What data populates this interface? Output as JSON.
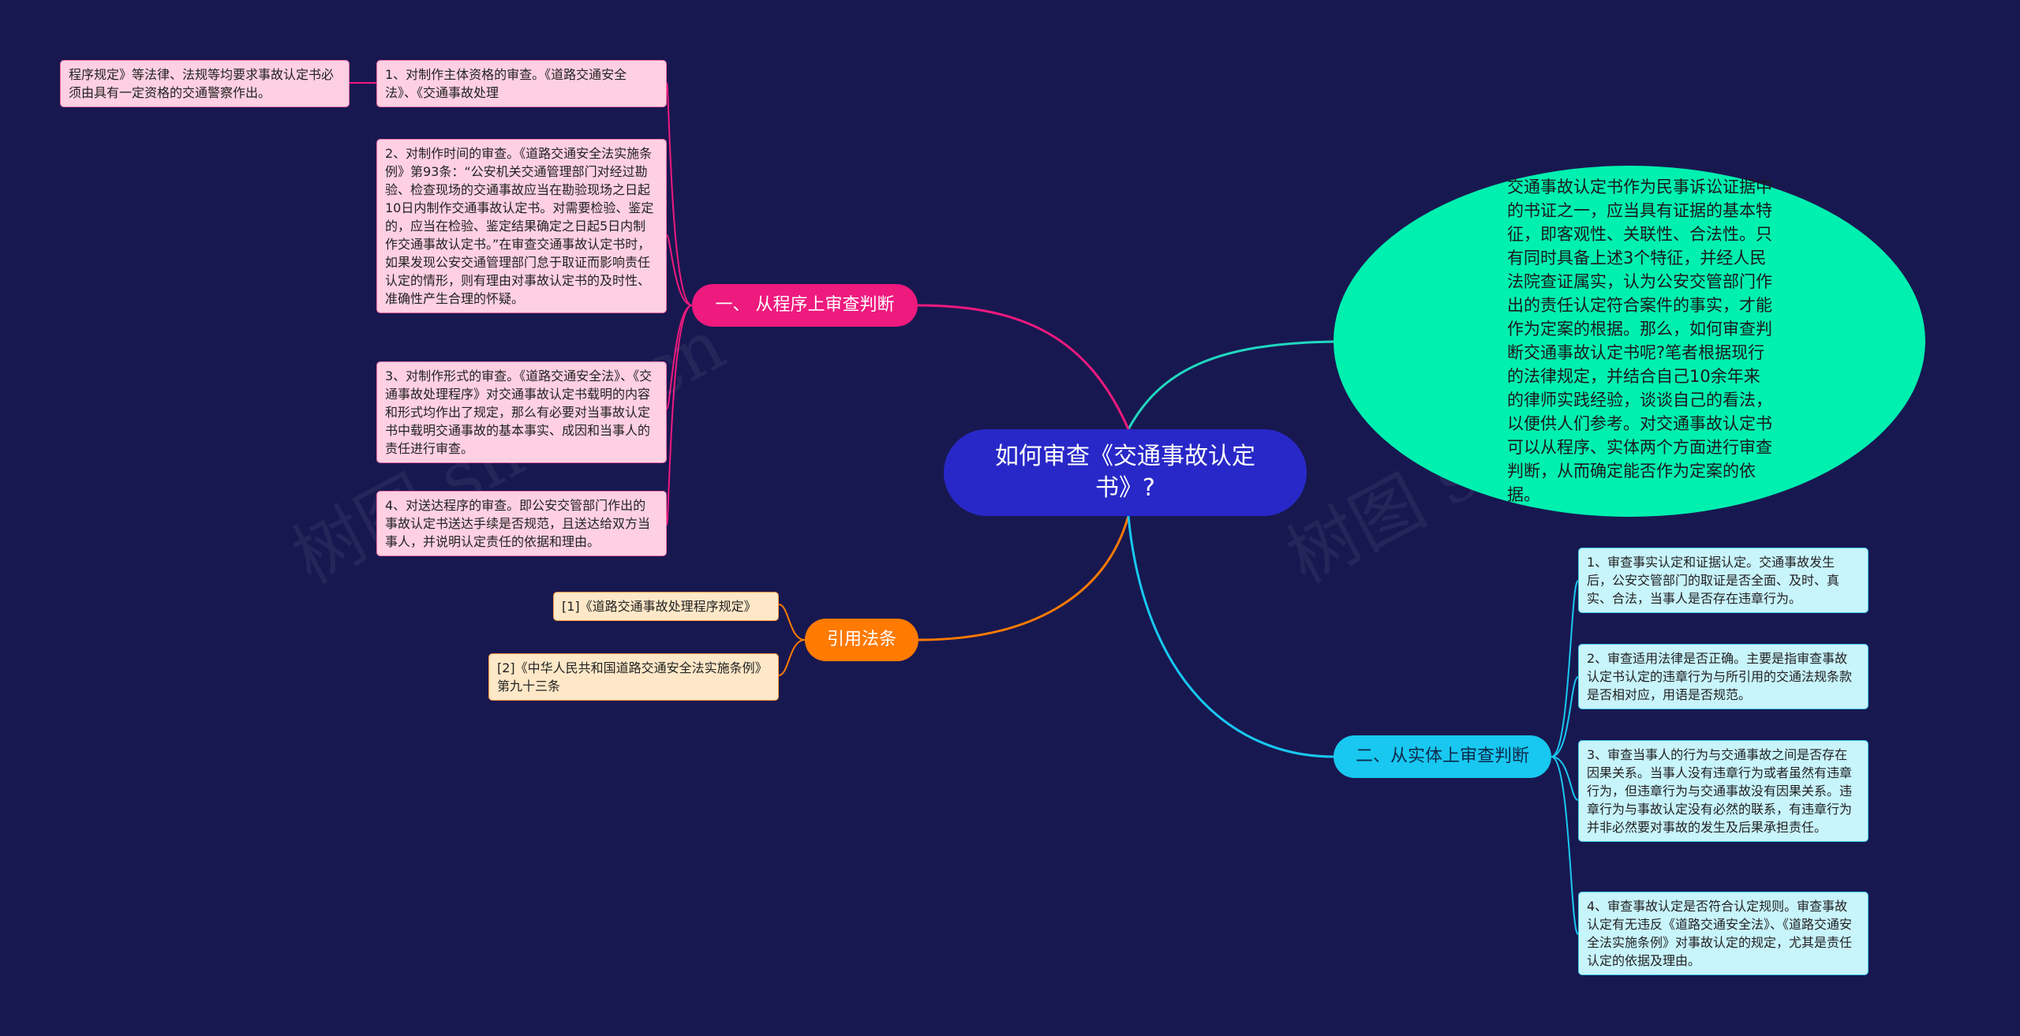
{
  "center": {
    "title": "如何审查《交通事故认定书》?"
  },
  "intro": {
    "text": "交通事故认定书作为民事诉讼证据中的书证之一，应当具有证据的基本特征，即客观性、关联性、合法性。只有同时具备上述3个特征，并经人民法院查证属实，认为公安交管部门作出的责任认定符合案件的事实，才能作为定案的根据。那么，如何审查判断交通事故认定书呢?笔者根据现行的法律规定，并结合自己10余年来的律师实践经验，谈谈自己的看法，以便供人们参考。对交通事故认定书可以从程序、实体两个方面进行审查判断，从而确定能否作为定案的依据。"
  },
  "branch_procedure": {
    "label": "一、 从程序上审查判断",
    "items": [
      "1、对制作主体资格的审查。《道路交通安全法》、《交通事故处理",
      "2、对制作时间的审查。《道路交通安全法实施条例》第93条：“公安机关交通管理部门对经过勘验、检查现场的交通事故应当在勘验现场之日起10日内制作交通事故认定书。对需要检验、鉴定的，应当在检验、鉴定结果确定之日起5日内制作交通事故认定书。”在审查交通事故认定书时，如果发现公安交通管理部门怠于取证而影响责任认定的情形，则有理由对事故认定书的及时性、准确性产生合理的怀疑。",
      "3、对制作形式的审查。《道路交通安全法》、《交通事故处理程序》对交通事故认定书载明的内容和形式均作出了规定，那么有必要对当事故认定书中载明交通事故的基本事实、成因和当事人的责任进行审查。",
      "4、对送达程序的审查。即公安交管部门作出的事故认定书送达手续是否规范，且送达给双方当事人，并说明认定责任的依据和理由。"
    ],
    "sub_item": "程序规定》等法律、法规等均要求事故认定书必须由具有一定资格的交通警察作出。"
  },
  "branch_refs": {
    "label": "引用法条",
    "items": [
      "[1]《道路交通事故处理程序规定》",
      "[2]《中华人民共和国道路交通安全法实施条例》 第九十三条"
    ]
  },
  "branch_substance": {
    "label": "二、从实体上审查判断",
    "items": [
      "1、审查事实认定和证据认定。交通事故发生后，公安交管部门的取证是否全面、及时、真实、合法，当事人是否存在违章行为。",
      "2、审查适用法律是否正确。主要是指审查事故认定书认定的违章行为与所引用的交通法规条款是否相对应，用语是否规范。",
      "3、审查当事人的行为与交通事故之间是否存在因果关系。当事人没有违章行为或者虽然有违章行为，但违章行为与交通事故没有因果关系。违章行为与事故认定没有必然的联系，有违章行为并非必然要对事故的发生及后果承担责任。",
      "4、审查事故认定是否符合认定规则。审查事故认定有无违反《道路交通安全法》、《道路交通安全法实施条例》对事故认定的规定，尤其是责任认定的依据及理由。"
    ]
  },
  "colors": {
    "background": "#181850",
    "center": "#2828c8",
    "intro": "#00f0b0",
    "procedure": "#ee1a7e",
    "refs": "#ff7a00",
    "substance": "#18c8f0"
  }
}
